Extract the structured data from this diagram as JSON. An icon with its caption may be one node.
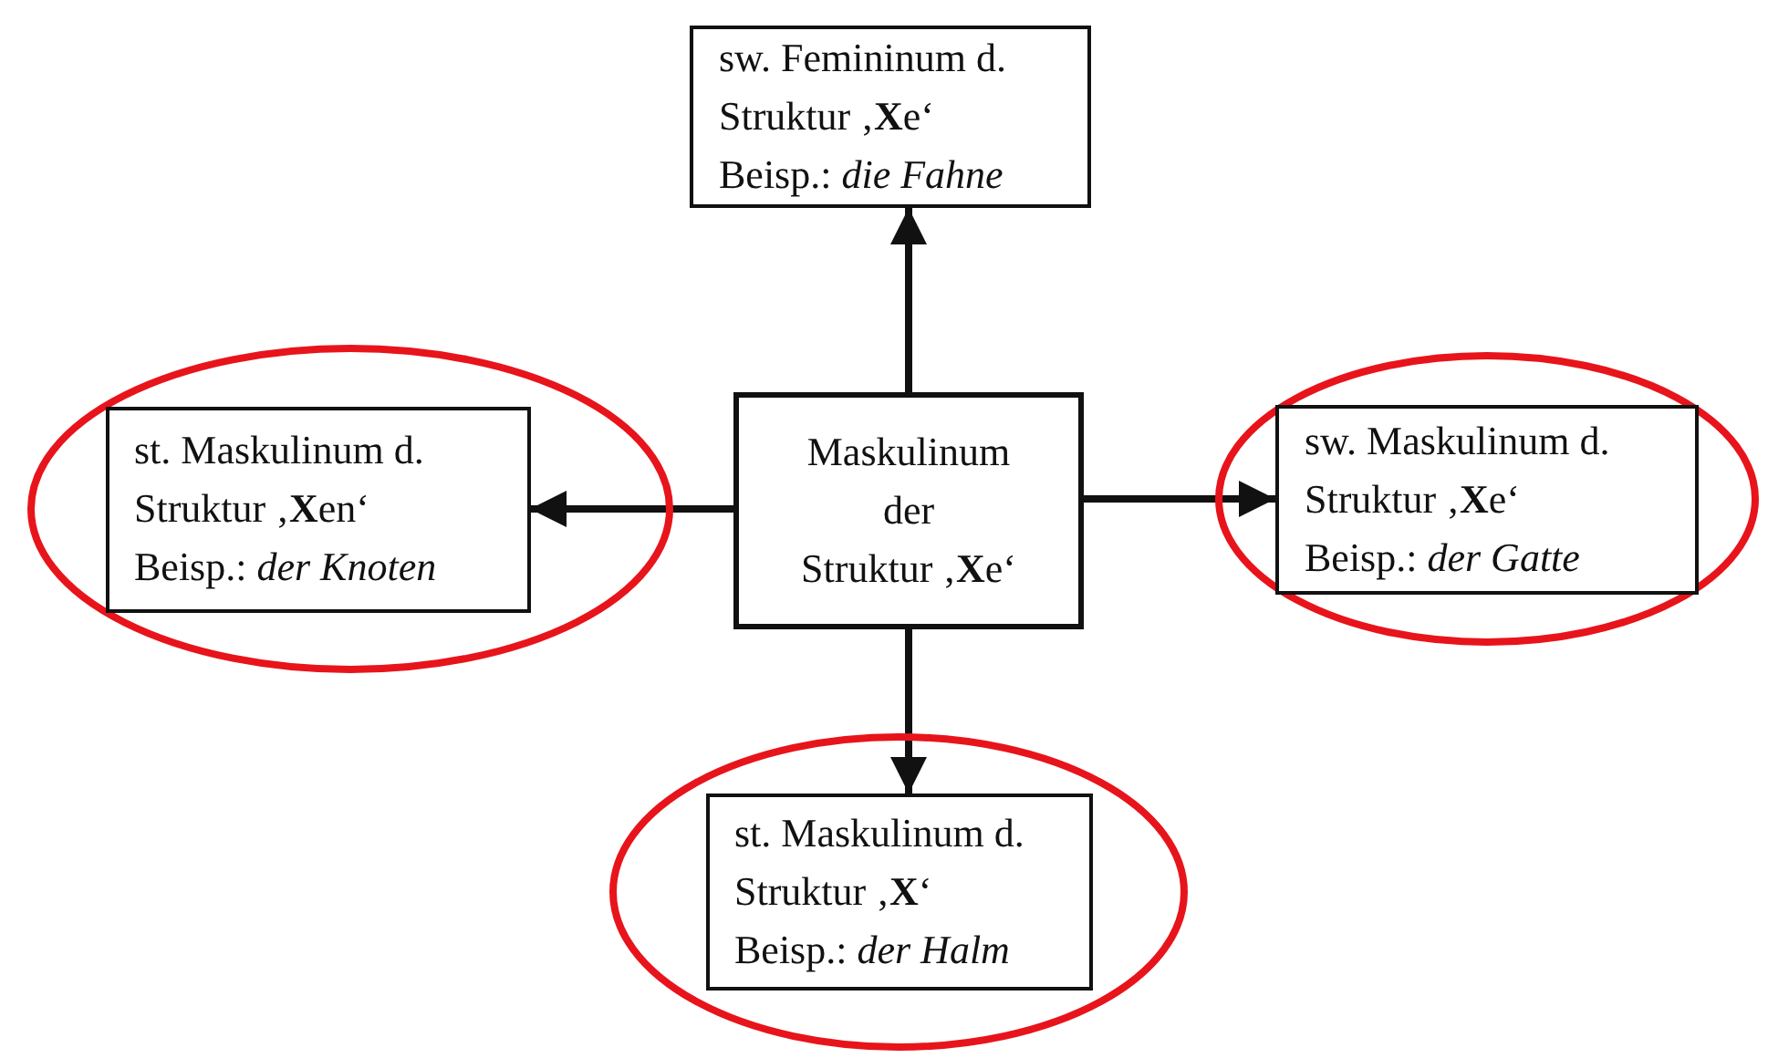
{
  "diagram": {
    "nodes": [
      {
        "text": [
          "sw. Femininum d.",
          "Struktur ‚**X**e‘",
          "Beisp.: *die Fahne*"
        ]
      },
      {
        "text": [],
        "shape": "ellipse"
      },
      {
        "text": [
          "st. Maskulinum d.",
          "Struktur ‚**X**en‘",
          "Beisp.: *der Knoten*"
        ],
        "in": 1
      },
      {
        "text": [
          "Maskulinum",
          "der",
          "Struktur ‚**X**e‘"
        ]
      },
      {
        "text": [],
        "shape": "ellipse"
      },
      {
        "text": [
          "sw. Maskulinum d.",
          "Struktur ‚**X**e‘",
          "Beisp.: *der Gatte*"
        ],
        "in": 4
      },
      {
        "text": [],
        "shape": "ellipse"
      },
      {
        "text": [
          "st. Maskulinum d.",
          "Struktur ‚**X**‘",
          "Beisp.: *der Halm*"
        ],
        "in": 6
      }
    ],
    "edges": [
      {
        "from": 3,
        "to": 0,
        "arrow": "to"
      },
      {
        "from": 3,
        "to": 2,
        "arrow": "to"
      },
      {
        "from": 3,
        "to": 5,
        "arrow": "to"
      },
      {
        "from": 3,
        "to": 7,
        "arrow": "to"
      }
    ]
  }
}
